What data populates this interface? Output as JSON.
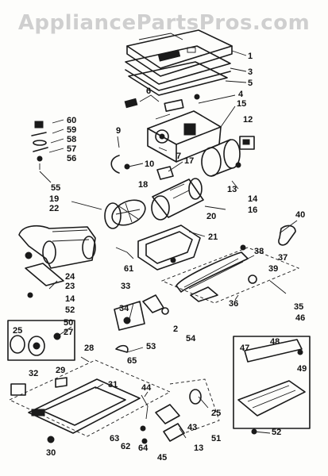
{
  "watermark": "AppliancePartsPros.com",
  "callouts": [
    "1",
    "3",
    "5",
    "6",
    "4",
    "15",
    "12",
    "60",
    "59",
    "58",
    "57",
    "56",
    "9",
    "7",
    "10",
    "17",
    "18",
    "13",
    "14",
    "16",
    "55",
    "19",
    "22",
    "20",
    "21",
    "40",
    "38",
    "37",
    "39",
    "61",
    "36",
    "35",
    "24",
    "23",
    "14b",
    "52",
    "33",
    "34",
    "2",
    "54",
    "50",
    "27",
    "25",
    "53",
    "65",
    "28",
    "32",
    "29",
    "31",
    "44",
    "25b",
    "51",
    "62",
    "64",
    "43",
    "63",
    "45",
    "13b",
    "30",
    "46",
    "47",
    "48",
    "49",
    "52b"
  ],
  "callout_text": {
    "1": "1",
    "3": "3",
    "5": "5",
    "6": "6",
    "4": "4",
    "15": "15",
    "12": "12",
    "60": "60",
    "59": "59",
    "58": "58",
    "57": "57",
    "56": "56",
    "9": "9",
    "7": "7",
    "10": "10",
    "17": "17",
    "18": "18",
    "13": "13",
    "14": "14",
    "16": "16",
    "55": "55",
    "19": "19",
    "22": "22",
    "20": "20",
    "21": "21",
    "40": "40",
    "38": "38",
    "37": "37",
    "39": "39",
    "61": "61",
    "36": "36",
    "35": "35",
    "24": "24",
    "23": "23",
    "14b": "14",
    "52": "52",
    "33": "33",
    "34": "34",
    "2": "2",
    "54": "54",
    "50": "50",
    "27": "27",
    "25": "25",
    "53": "53",
    "65": "65",
    "28": "28",
    "32": "32",
    "29": "29",
    "31": "31",
    "44": "44",
    "25b": "25",
    "51": "51",
    "62": "62",
    "64": "64",
    "43": "43",
    "63": "63",
    "45": "45",
    "13b": "13",
    "30": "30",
    "46": "46",
    "47": "47",
    "48": "48",
    "49": "49",
    "52b": "52"
  }
}
